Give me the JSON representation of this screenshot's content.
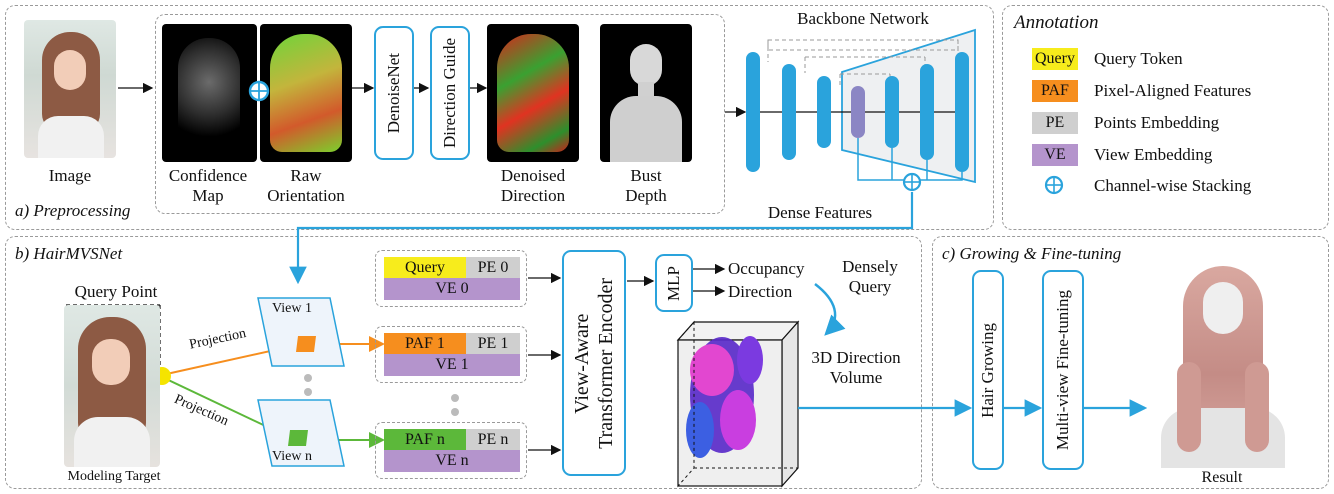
{
  "preprocessing": {
    "section_label": "a) Preprocessing",
    "image_label": "Image",
    "confidence_map_label": "Confidence\nMap",
    "raw_orientation_label": "Raw\nOrientation",
    "denoisenet_label": "DenoiseNet",
    "direction_guide_label": "Direction Guide",
    "denoised_direction_label": "Denoised\nDirection",
    "bust_depth_label": "Bust\nDepth",
    "backbone_label": "Backbone Network",
    "dense_features_label": "Dense Features"
  },
  "annotation": {
    "title": "Annotation",
    "items": [
      {
        "token": "Query",
        "desc": "Query Token",
        "color": "#f7ec1c"
      },
      {
        "token": "PAF",
        "desc": "Pixel-Aligned Features",
        "color": "#f68e1e"
      },
      {
        "token": "PE",
        "desc": "Points Embedding",
        "color": "#cfcfcf"
      },
      {
        "token": "VE",
        "desc": "View Embedding",
        "color": "#b494cc"
      }
    ],
    "stacking_desc": "Channel-wise Stacking"
  },
  "hairmvsnet": {
    "section_label": "b) HairMVSNet",
    "query_point_label": "Query Point",
    "modeling_target_label": "Modeling Target",
    "projection_label_1": "Projection",
    "projection_label_2": "Projection",
    "view1_label": "View 1",
    "viewn_label": "View n",
    "tokens": [
      {
        "a": "Query",
        "b": "PE 0",
        "c": "VE 0",
        "a_color": "#f7ec1c"
      },
      {
        "a": "PAF 1",
        "b": "PE 1",
        "c": "VE 1",
        "a_color": "#f68e1e"
      },
      {
        "a": "PAF n",
        "b": "PE n",
        "c": "VE n",
        "a_color": "#5cb83a"
      }
    ],
    "encoder_label": "View-Aware\nTransformer Encoder",
    "mlp_label": "MLP",
    "occupancy_label": "Occupancy",
    "direction_label": "Direction",
    "densely_query_label": "Densely\nQuery",
    "volume_label": "3D Direction\nVolume"
  },
  "growing": {
    "section_label": "c) Growing & Fine-tuning",
    "hair_growing_label": "Hair Growing",
    "finetune_label": "Multi-view Fine-tuning",
    "result_label": "Result"
  },
  "colors": {
    "accent_blue": "#2aa3dc",
    "orange": "#f68e1e",
    "green": "#5cb83a"
  }
}
